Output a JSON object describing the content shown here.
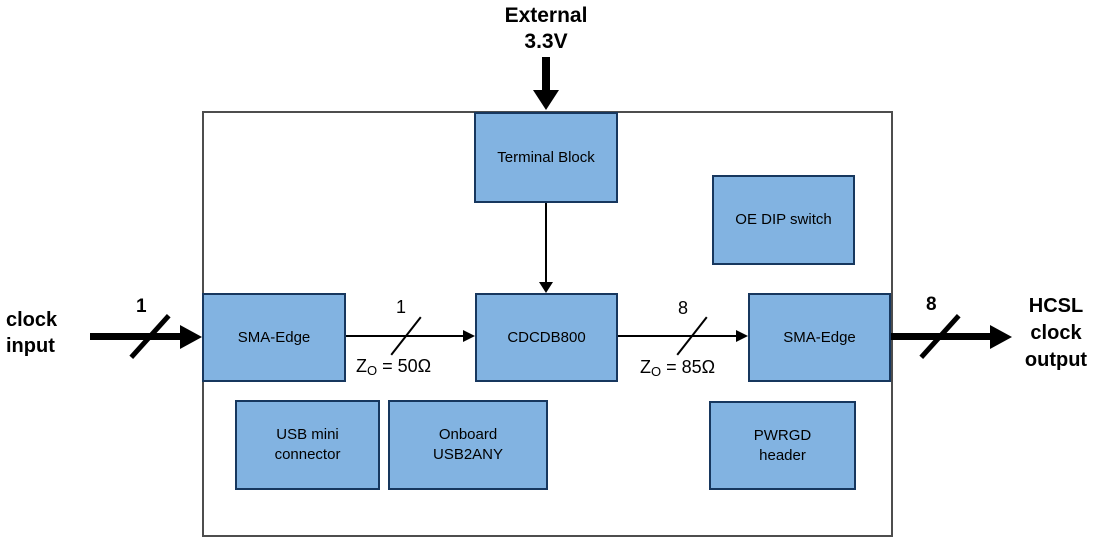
{
  "colors": {
    "block_fill": "#82b3e1",
    "block_border": "#17375e",
    "board_outline": "#4d4d4d",
    "arrow": "#000000"
  },
  "external_supply": {
    "line1": "External",
    "line2": "3.3V"
  },
  "clock_input": {
    "line1": "clock",
    "line2": "input"
  },
  "clock_output": {
    "line1": "HCSL",
    "line2": "clock",
    "line3": "output"
  },
  "blocks": {
    "terminal_block": "Terminal Block",
    "oe_dip_switch": "OE DIP switch",
    "sma_edge_input": "SMA-Edge",
    "cdcdb800": "CDCDB800",
    "sma_edge_output": "SMA-Edge",
    "usb_mini_line1": "USB mini",
    "usb_mini_line2": "connector",
    "onboard_line1": "Onboard",
    "onboard_line2": "USB2ANY",
    "pwrgd_line1": "PWRGD",
    "pwrgd_line2": "header"
  },
  "buses": {
    "input_count": "1",
    "chip_in_count": "1",
    "chip_out_count": "8",
    "output_count": "8",
    "impedance_in": {
      "symbol": "Z",
      "subscript": "O",
      "value": "= 50Ω"
    },
    "impedance_out": {
      "symbol": "Z",
      "subscript": "O",
      "value": "= 85Ω"
    }
  }
}
